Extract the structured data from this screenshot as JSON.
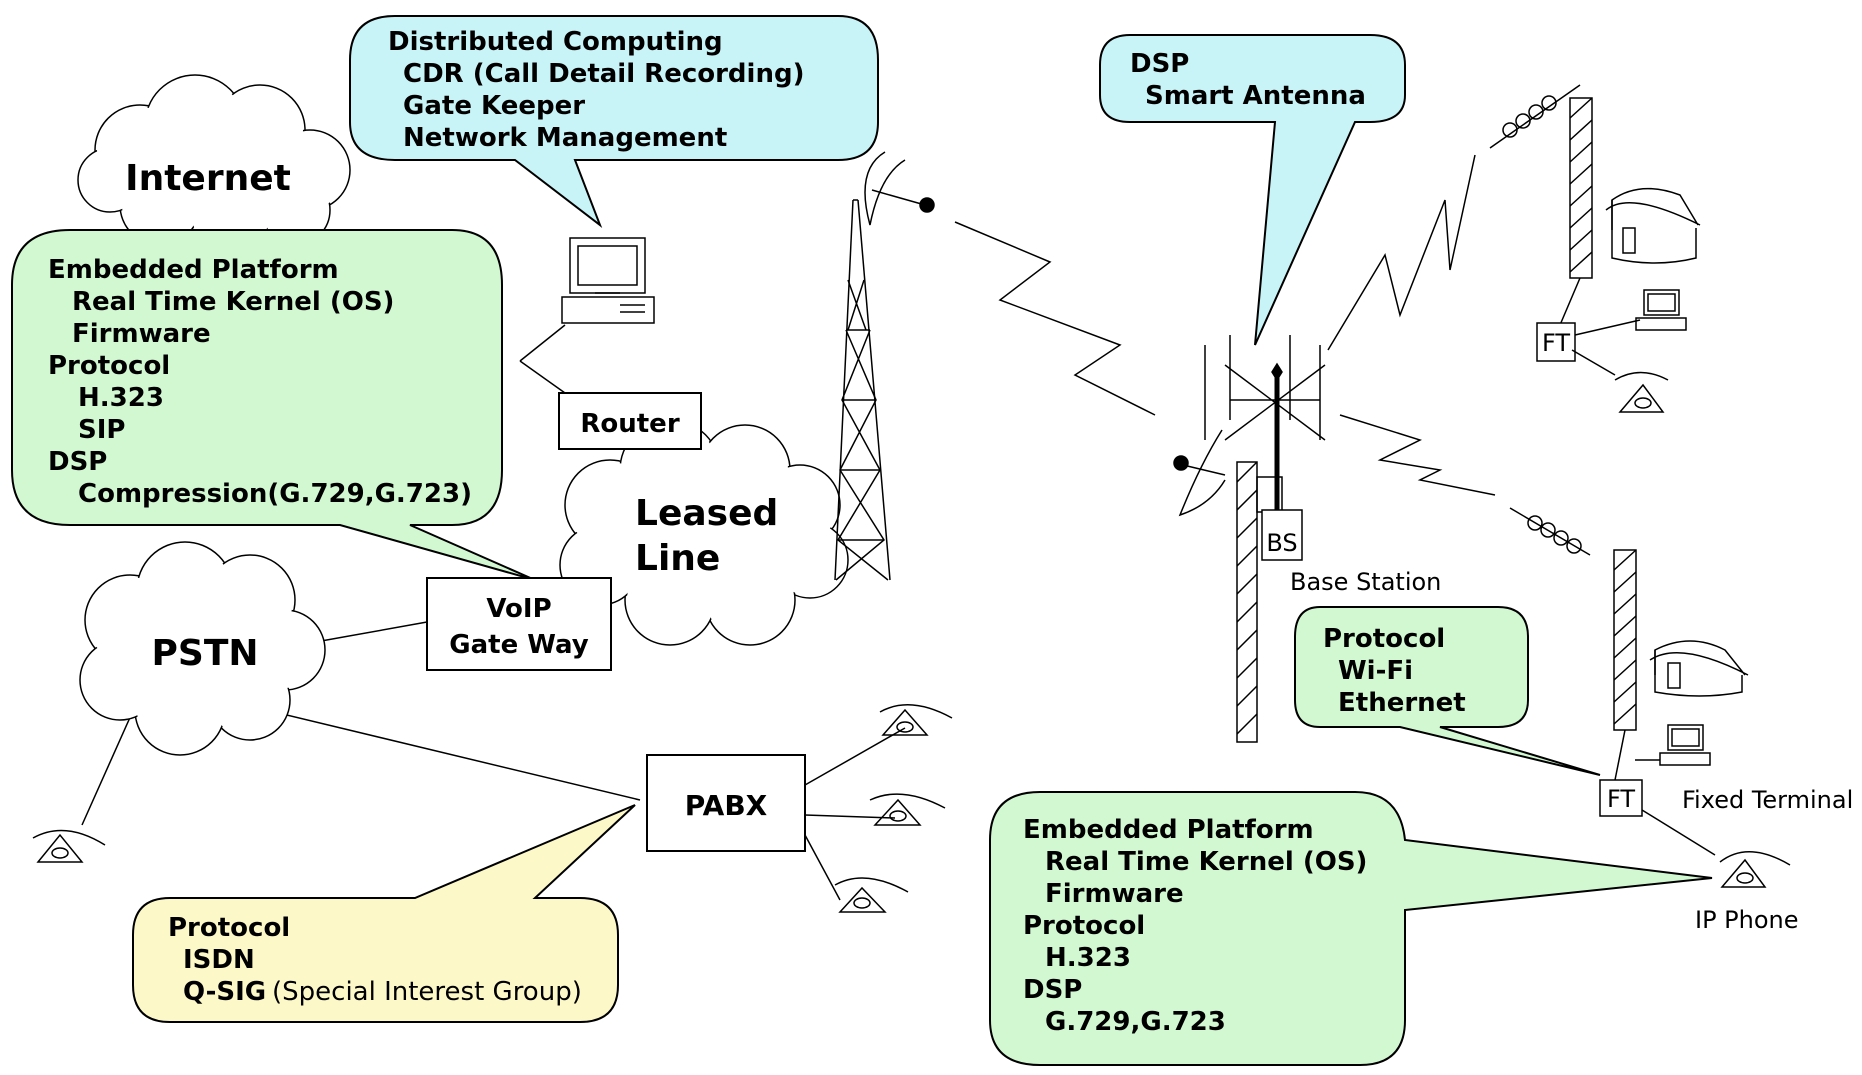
{
  "clouds": {
    "internet": "Internet",
    "leased_line": [
      "Leased",
      "Line"
    ],
    "pstn": "PSTN"
  },
  "boxes": {
    "router": "Router",
    "voip_gateway": [
      "VoIP",
      "Gate Way"
    ],
    "pabx": "PABX"
  },
  "devices": {
    "bs": "BS",
    "ft_top": "FT",
    "ft_bottom": "FT"
  },
  "labels": {
    "base_station": "Base Station",
    "fixed_terminal": "Fixed Terminal",
    "ip_phone": "IP Phone"
  },
  "callouts": {
    "distributed": {
      "color": "#c8f4f8",
      "lines": [
        "Distributed Computing",
        "CDR (Call Detail Recording)",
        "Gate Keeper",
        "Network Management"
      ]
    },
    "dsp_antenna": {
      "color": "#c8f4f8",
      "lines": [
        "DSP",
        "Smart Antenna"
      ]
    },
    "embedded_left": {
      "color": "#d2f8d2",
      "lines": [
        "Embedded Platform",
        "Real Time Kernel (OS)",
        "Firmware",
        "Protocol",
        "H.323",
        "SIP",
        "DSP",
        "Compression(G.729,G.723)"
      ]
    },
    "protocol_wifi": {
      "color": "#d2f8d2",
      "lines": [
        "Protocol",
        "Wi-Fi",
        "Ethernet"
      ]
    },
    "protocol_isdn": {
      "color": "#fcf8c8",
      "lines": [
        "Protocol",
        "ISDN",
        "Q-SIG",
        "(Special Interest Group)"
      ]
    },
    "embedded_right": {
      "color": "#d2f8d2",
      "lines": [
        "Embedded Platform",
        "Real Time Kernel (OS)",
        "Firmware",
        "Protocol",
        "H.323",
        "DSP",
        "G.729,G.723"
      ]
    }
  }
}
